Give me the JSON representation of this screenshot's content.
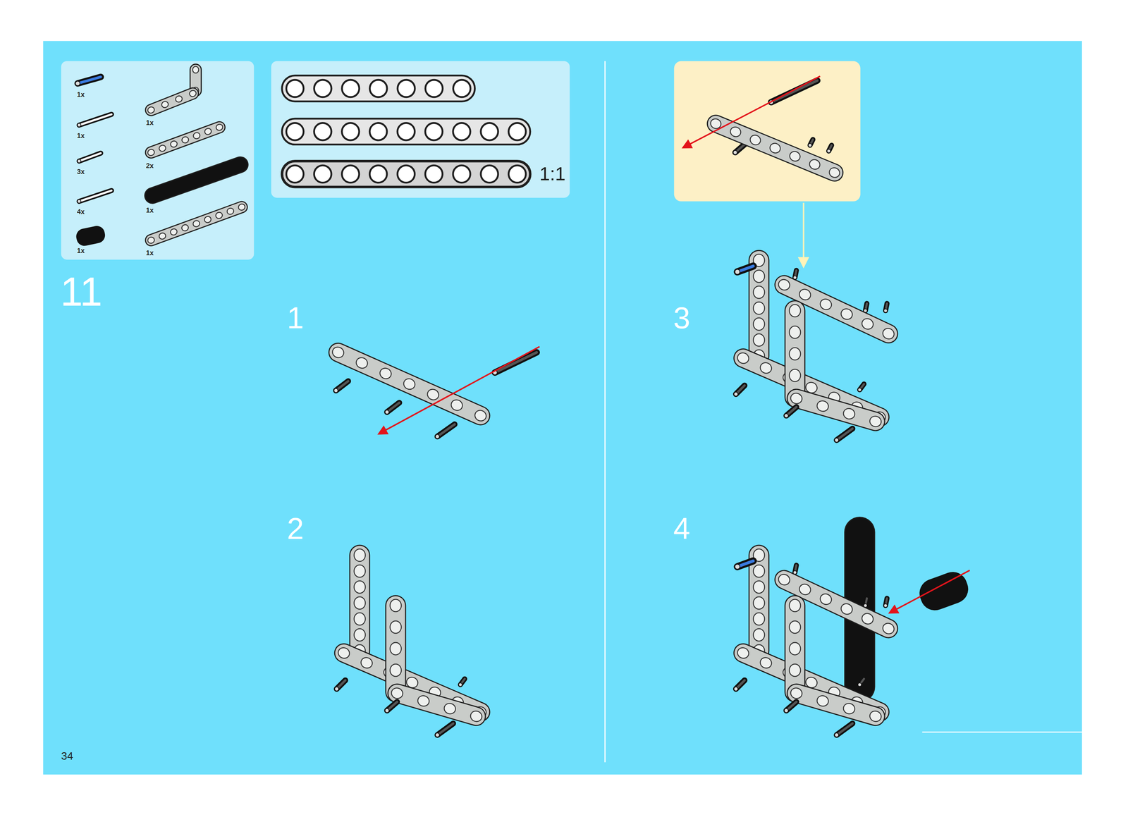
{
  "diagram": {
    "nodes": [
      {
        "text": [
          "1x",
          "1x",
          "3x",
          "4x",
          "1x",
          "1x",
          "2x",
          "1x",
          "1x"
        ]
      },
      {
        "text": [
          "1:1"
        ]
      }
    ],
    "labels": [
      "11",
      "1",
      "2",
      "3",
      "4",
      "34"
    ]
  }
}
